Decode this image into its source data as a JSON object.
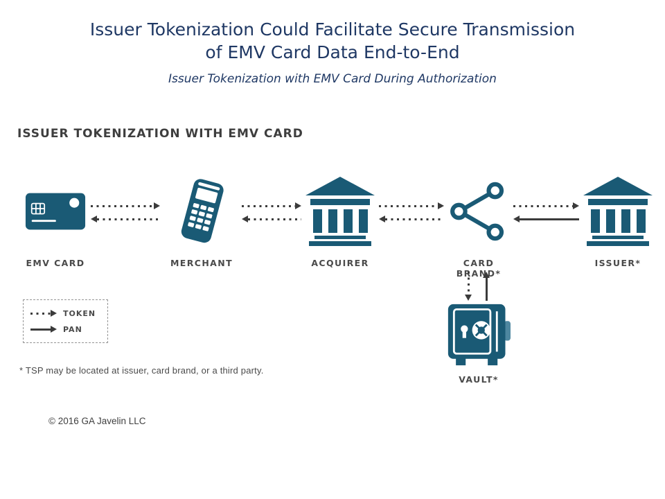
{
  "title": {
    "line1": "Issuer Tokenization Could Facilitate Secure Transmission",
    "line2": "of EMV Card Data End-to-End"
  },
  "subtitle": "Issuer Tokenization with EMV Card During Authorization",
  "section_heading": "ISSUER TOKENIZATION WITH EMV CARD",
  "nodes": [
    {
      "id": "emv-card",
      "label": "EMV CARD",
      "icon": "credit-card-icon"
    },
    {
      "id": "merchant",
      "label": "MERCHANT",
      "icon": "pos-terminal-icon"
    },
    {
      "id": "acquirer",
      "label": "ACQUIRER",
      "icon": "bank-building-icon"
    },
    {
      "id": "card-brand",
      "label": "CARD BRAND*",
      "icon": "network-share-icon"
    },
    {
      "id": "issuer",
      "label": "ISSUER*",
      "icon": "bank-building-icon"
    }
  ],
  "vault": {
    "id": "vault",
    "label": "VAULT*",
    "icon": "safe-icon"
  },
  "flows": [
    {
      "from": "emv-card",
      "to": "merchant",
      "carries": "token",
      "line": "dotted"
    },
    {
      "from": "merchant",
      "to": "emv-card",
      "carries": "token",
      "line": "dotted"
    },
    {
      "from": "merchant",
      "to": "acquirer",
      "carries": "token",
      "line": "dotted"
    },
    {
      "from": "acquirer",
      "to": "merchant",
      "carries": "token",
      "line": "dotted"
    },
    {
      "from": "acquirer",
      "to": "card-brand",
      "carries": "token",
      "line": "dotted"
    },
    {
      "from": "card-brand",
      "to": "acquirer",
      "carries": "token",
      "line": "dotted"
    },
    {
      "from": "card-brand",
      "to": "issuer",
      "carries": "token",
      "line": "dotted"
    },
    {
      "from": "issuer",
      "to": "card-brand",
      "carries": "pan",
      "line": "solid"
    },
    {
      "from": "card-brand",
      "to": "vault",
      "carries": "token",
      "line": "dotted"
    },
    {
      "from": "vault",
      "to": "card-brand",
      "carries": "pan",
      "line": "solid"
    }
  ],
  "legend": {
    "token_label": "TOKEN",
    "pan_label": "PAN",
    "token_line": "dotted",
    "pan_line": "solid"
  },
  "footnote": "* TSP may be located at issuer, card brand, or a third party.",
  "copyright": "© 2016 GA Javelin LLC",
  "colors": {
    "icon_teal": "#1a5a75",
    "arrow_charcoal": "#3b3b3b",
    "title_navy": "#1f3864",
    "label_gray": "#4a4a4a"
  }
}
